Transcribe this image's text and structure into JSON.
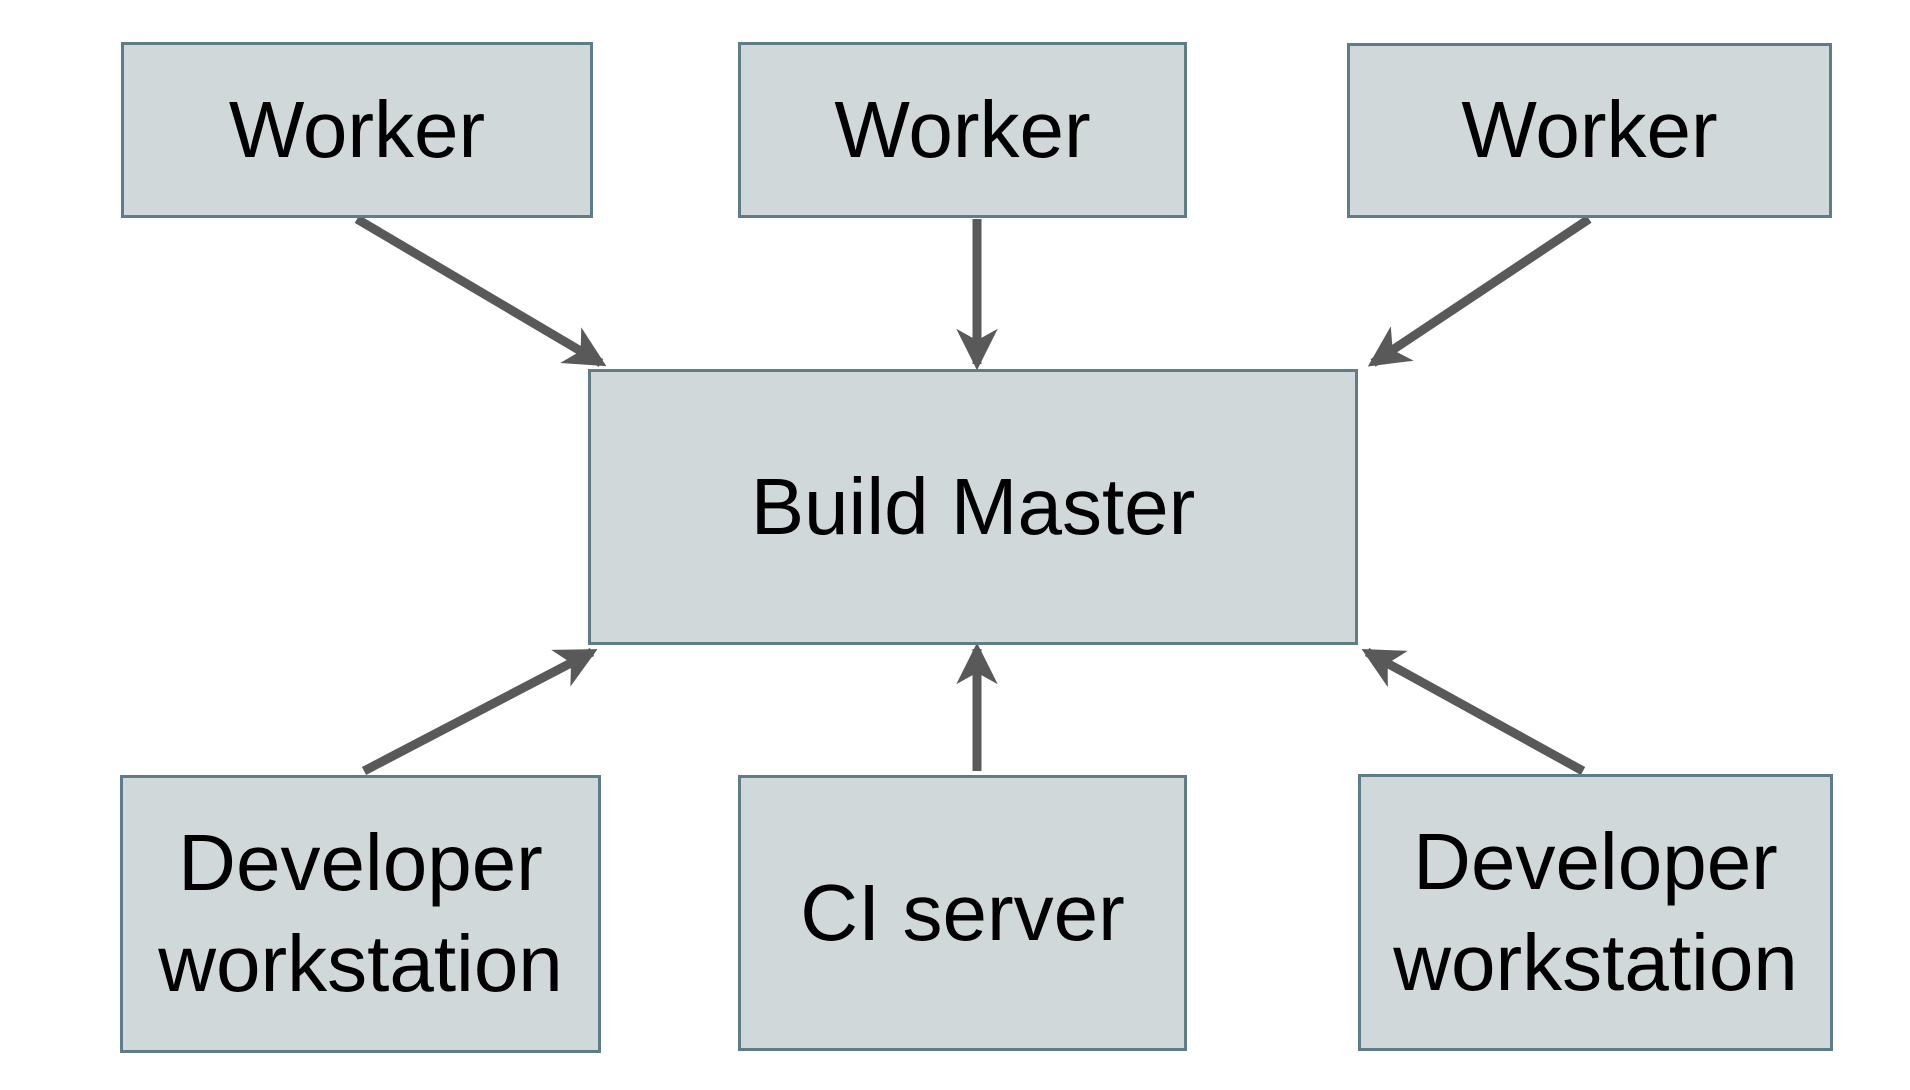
{
  "diagram": {
    "type": "architecture-diagram",
    "description": "Distributed build system: workers, developer workstations and CI server all connect to a central build master",
    "background": "#ffffff",
    "colors": {
      "node_fill": "#d1d8da",
      "node_border": "#5f7c8a",
      "arrow": "#595959",
      "text": "#000000"
    },
    "nodes": [
      {
        "id": "worker-1",
        "label": "Worker"
      },
      {
        "id": "worker-2",
        "label": "Worker"
      },
      {
        "id": "worker-3",
        "label": "Worker"
      },
      {
        "id": "build-master",
        "label": "Build Master"
      },
      {
        "id": "developer-workstation-left",
        "label": "Developer workstation"
      },
      {
        "id": "ci-server",
        "label": "CI server"
      },
      {
        "id": "developer-workstation-right",
        "label": "Developer workstation"
      }
    ],
    "edges": [
      {
        "from": "worker-1",
        "to": "build-master"
      },
      {
        "from": "worker-2",
        "to": "build-master"
      },
      {
        "from": "worker-3",
        "to": "build-master"
      },
      {
        "from": "developer-workstation-left",
        "to": "build-master"
      },
      {
        "from": "ci-server",
        "to": "build-master"
      },
      {
        "from": "developer-workstation-right",
        "to": "build-master"
      }
    ]
  }
}
